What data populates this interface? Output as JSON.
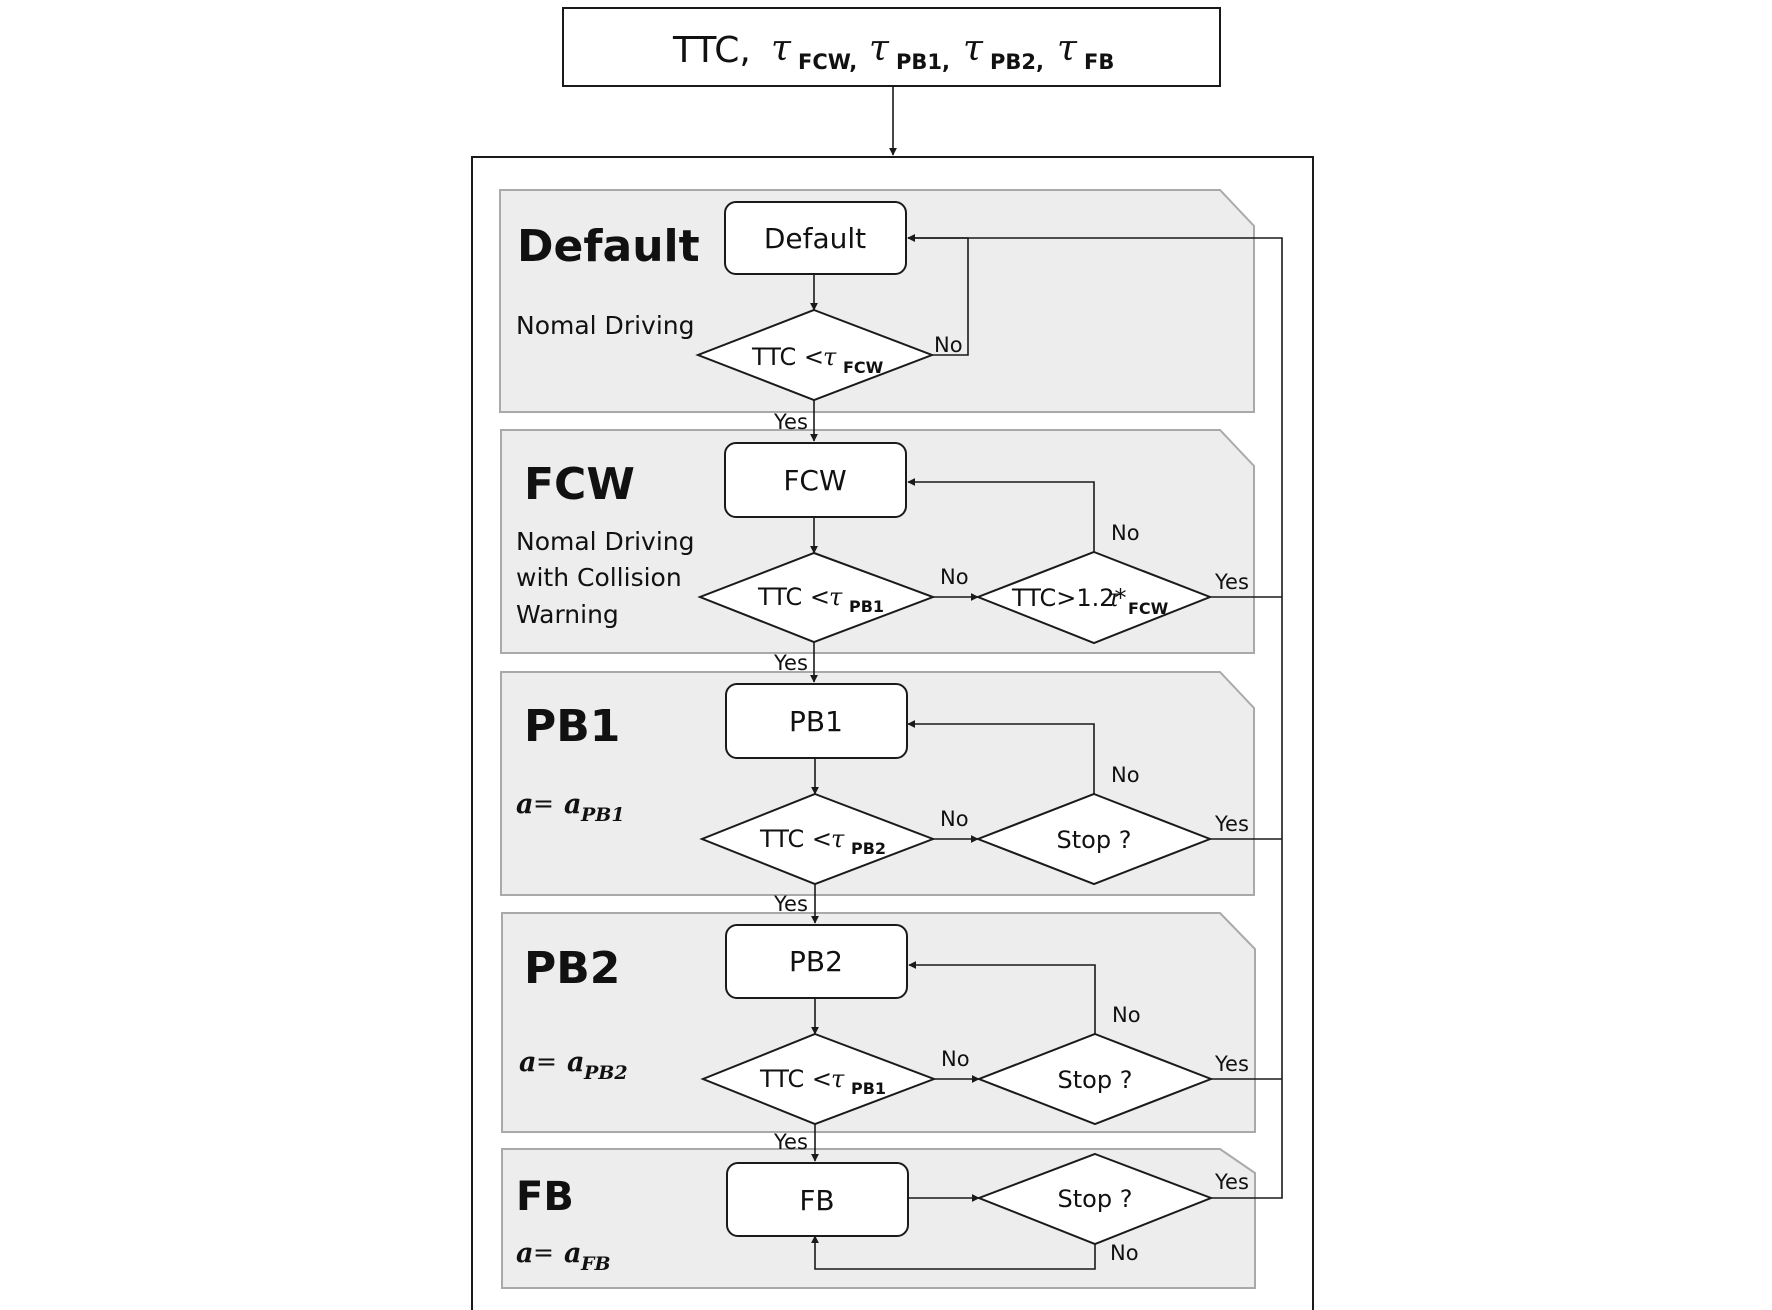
{
  "header": {
    "ttc": "TTC,",
    "tau": "τ",
    "fcw_sub": "FCW,",
    "pb1_sub": "PB1,",
    "pb2_sub": "PB2,",
    "fb_sub": "FB"
  },
  "sections": {
    "default": {
      "title": "Default",
      "desc_line1": "Nomal Driving",
      "state": "Default",
      "condition": "TTC < ",
      "condition_sub": "FCW"
    },
    "fcw": {
      "title": "FCW",
      "desc_line1": "Nomal Driving",
      "desc_line2": "with Collision",
      "desc_line3": "Warning",
      "state": "FCW",
      "condition": "TTC < ",
      "condition_sub": "PB1",
      "check": "TTC>1.2*",
      "check_sub": "FCW"
    },
    "pb1": {
      "title": "PB1",
      "accel_a": "a",
      "accel_eq": " = ",
      "accel_sub": "PB1",
      "state": "PB1",
      "condition": "TTC < ",
      "condition_sub": "PB2",
      "check": "Stop ?"
    },
    "pb2": {
      "title": "PB2",
      "accel_a": "a",
      "accel_eq": " = ",
      "accel_sub": "PB2",
      "state": "PB2",
      "condition": "TTC < ",
      "condition_sub": "PB1",
      "check": "Stop ?"
    },
    "fb": {
      "title": "FB",
      "accel_a": "a",
      "accel_eq": " = ",
      "accel_sub": "FB",
      "state": "FB",
      "check": "Stop ?"
    }
  },
  "labels": {
    "yes": "Yes",
    "no": "No"
  }
}
